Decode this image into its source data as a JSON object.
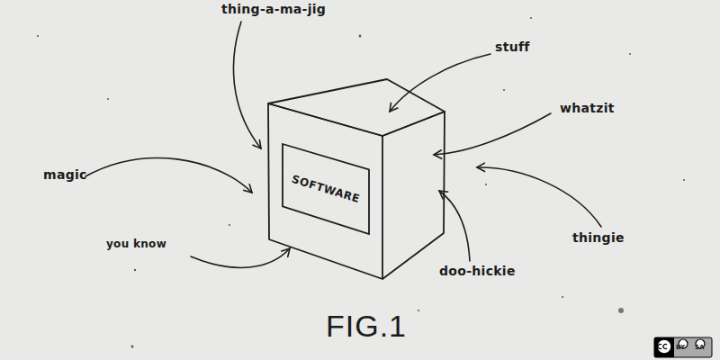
{
  "diagram": {
    "caption": "FIG.1",
    "nodes": [
      {
        "text": [
          "SOFTWARE"
        ]
      }
    ],
    "labels": [
      "thing-a-ma-jig",
      "stuff",
      "whatzit",
      "magic",
      "thingie",
      "you know",
      "doo-hickie",
      "BY",
      "SA"
    ]
  }
}
